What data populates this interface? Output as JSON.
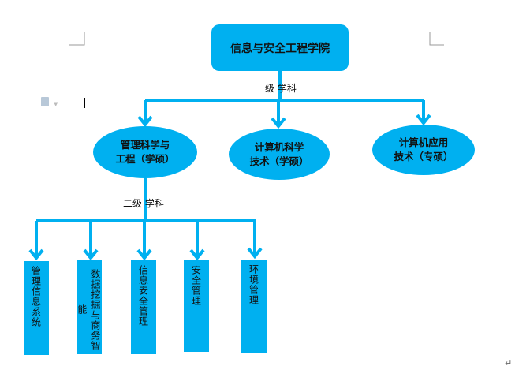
{
  "root": "信息与安全工程学院",
  "level1_label": "一级  学科",
  "level1": [
    "管理科学与工程（学硕）",
    "计算机科学技术（学硕）",
    "计算机应用技术（专硕）"
  ],
  "level1_lines": [
    [
      "管理科学与",
      "工程（学硕）"
    ],
    [
      "计算机科学",
      "技术（学硕）"
    ],
    [
      "计算机应用",
      "技术（专硕）"
    ]
  ],
  "level2_label": "二级  学科",
  "level2": [
    "管理信息系统",
    "数据挖掘与商务智能",
    "信息安全管理",
    "安全管理",
    "环境管理"
  ],
  "colors": {
    "node": "#00b0f0",
    "line": "#00b0f0"
  },
  "return_mark": "↵"
}
